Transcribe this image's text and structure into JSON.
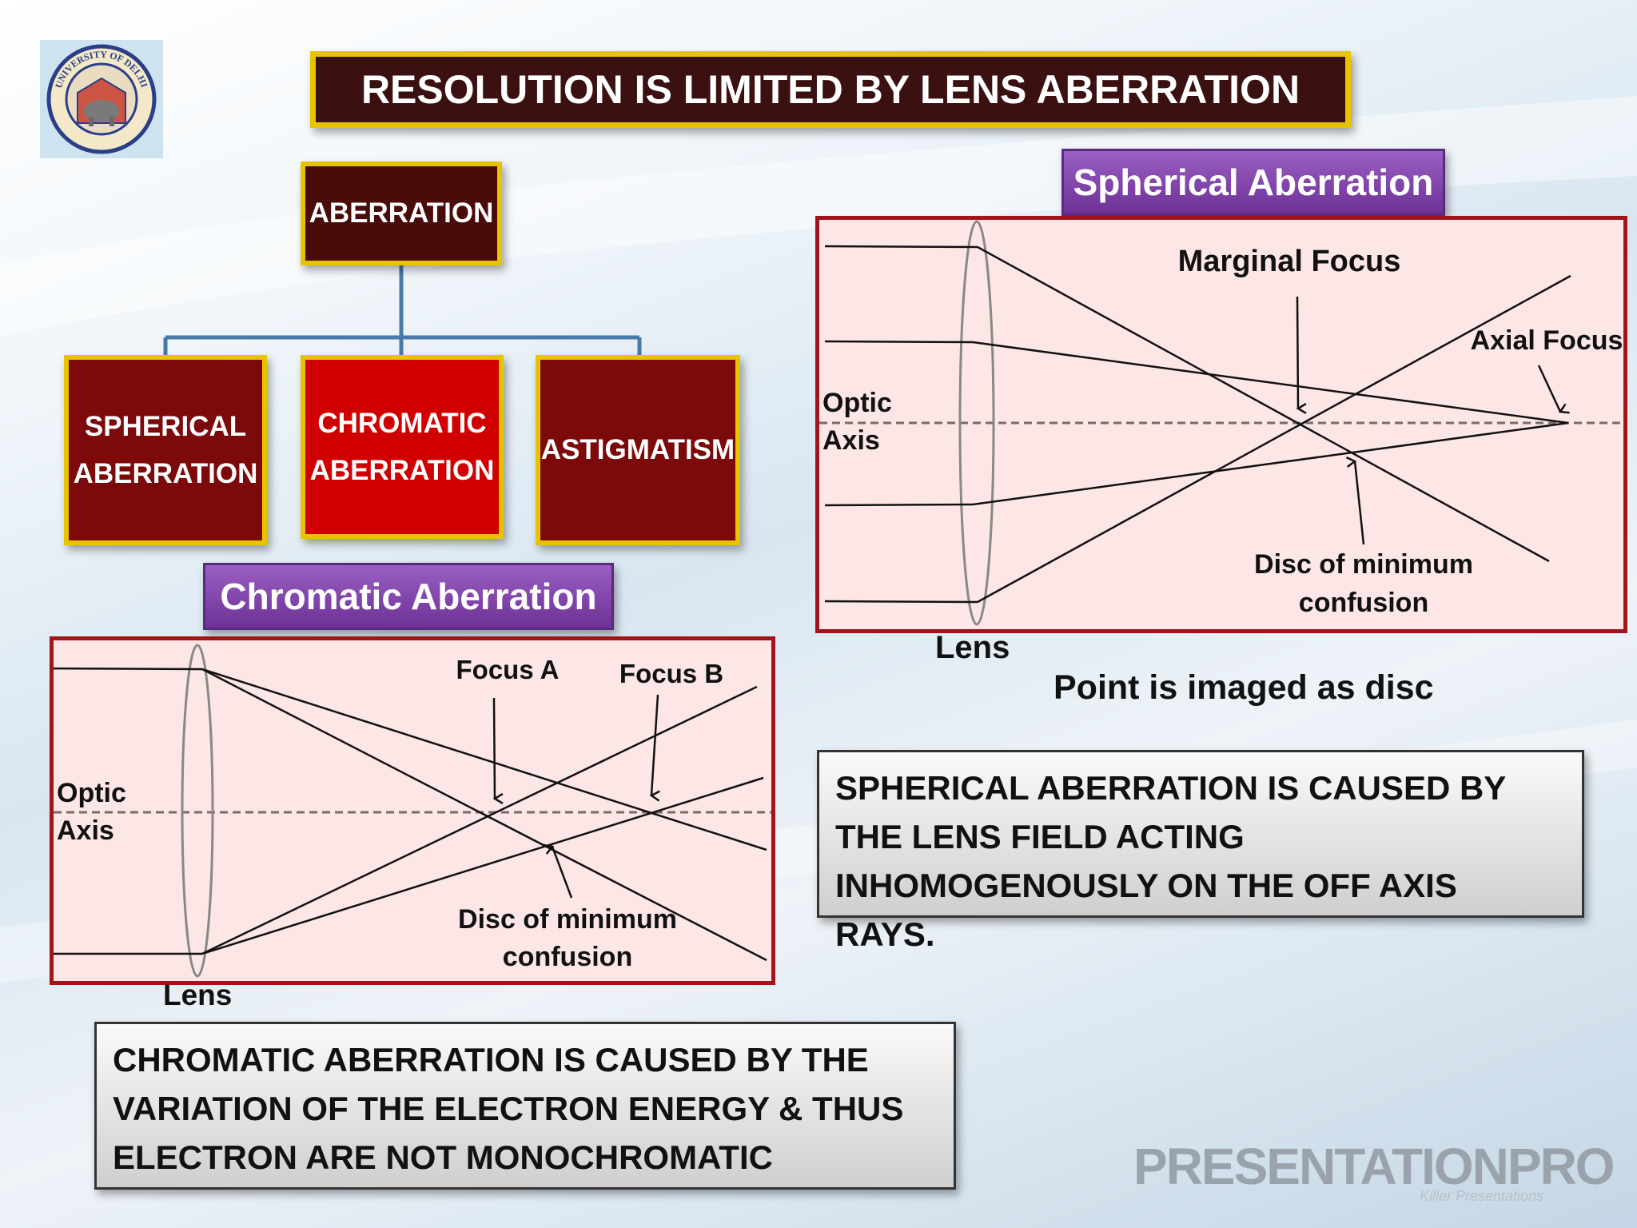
{
  "title": "RESOLUTION IS LIMITED BY LENS ABERRATION",
  "logo": {
    "text": "UNIVERSITY OF DELHI"
  },
  "tree": {
    "root": "ABERRATION",
    "children": [
      {
        "line1": "SPHERICAL",
        "line2": "ABERRATION",
        "color": "#7d0a0a"
      },
      {
        "line1": "CHROMATIC",
        "line2": "ABERRATION",
        "color": "#d10000"
      },
      {
        "line1": "ASTIGMATISM",
        "line2": "",
        "color": "#7d0a0a"
      }
    ],
    "connector_color": "#4a7aa8"
  },
  "chromatic": {
    "heading": "Chromatic Aberration",
    "optic": "Optic",
    "axis": "Axis",
    "focus_a": "Focus A",
    "focus_b": "Focus B",
    "disc_line1": "Disc of minimum",
    "disc_line2": "confusion",
    "lens": "Lens",
    "note": "CHROMATIC ABERRATION IS CAUSED BY THE VARIATION OF THE ELECTRON ENERGY & THUS ELECTRON ARE NOT MONOCHROMATIC"
  },
  "spherical": {
    "heading": "Spherical Aberration",
    "optic": "Optic",
    "axis": "Axis",
    "marginal": "Marginal Focus",
    "axial": "Axial Focus",
    "disc_line1": "Disc of minimum",
    "disc_line2": "confusion",
    "lens": "Lens",
    "caption": "Point is imaged as disc",
    "note": "SPHERICAL ABERRATION IS CAUSED BY THE LENS FIELD ACTING INHOMOGENOUSLY ON THE OFF AXIS RAYS."
  },
  "watermark": {
    "main": "PRESENTATIONPRO",
    "sub": "Killer Presentations"
  },
  "colors": {
    "panel_border": "#a3141a",
    "panel_fill": "#fde6e6",
    "title_bg": "#3b1010",
    "gold": "#e8c300",
    "purple": "#7a3aa6"
  }
}
